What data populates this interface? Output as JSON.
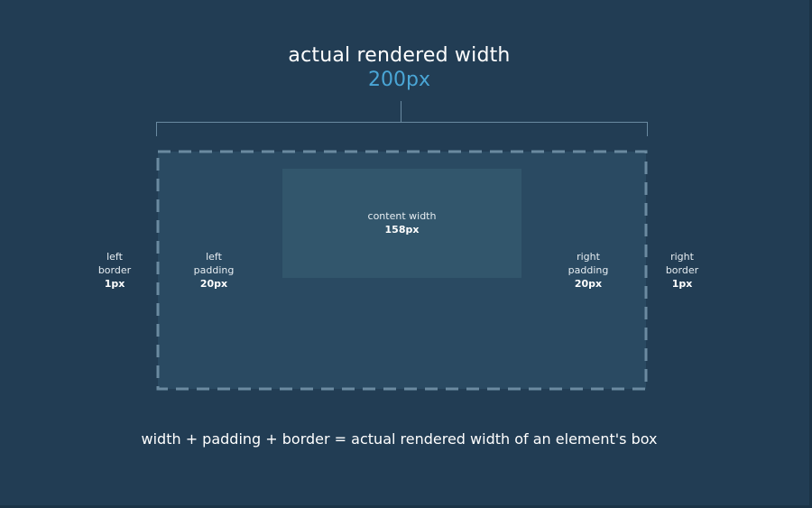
{
  "header": {
    "title": "actual rendered width",
    "value": "200px"
  },
  "content": {
    "label": "content width",
    "value": "158px"
  },
  "left_border": {
    "line1": "left",
    "line2": "border",
    "value": "1px"
  },
  "left_padding": {
    "line1": "left",
    "line2": "padding",
    "value": "20px"
  },
  "right_padding": {
    "line1": "right",
    "line2": "padding",
    "value": "20px"
  },
  "right_border": {
    "line1": "right",
    "line2": "border",
    "value": "1px"
  },
  "formula": "width + padding + border = actual rendered width of an element's box",
  "colors": {
    "background": "#223d54",
    "box_fill": "#2a4a62",
    "content_fill": "#32566c",
    "border_dash": "#6b8aa0",
    "accent": "#4aa6d6"
  }
}
